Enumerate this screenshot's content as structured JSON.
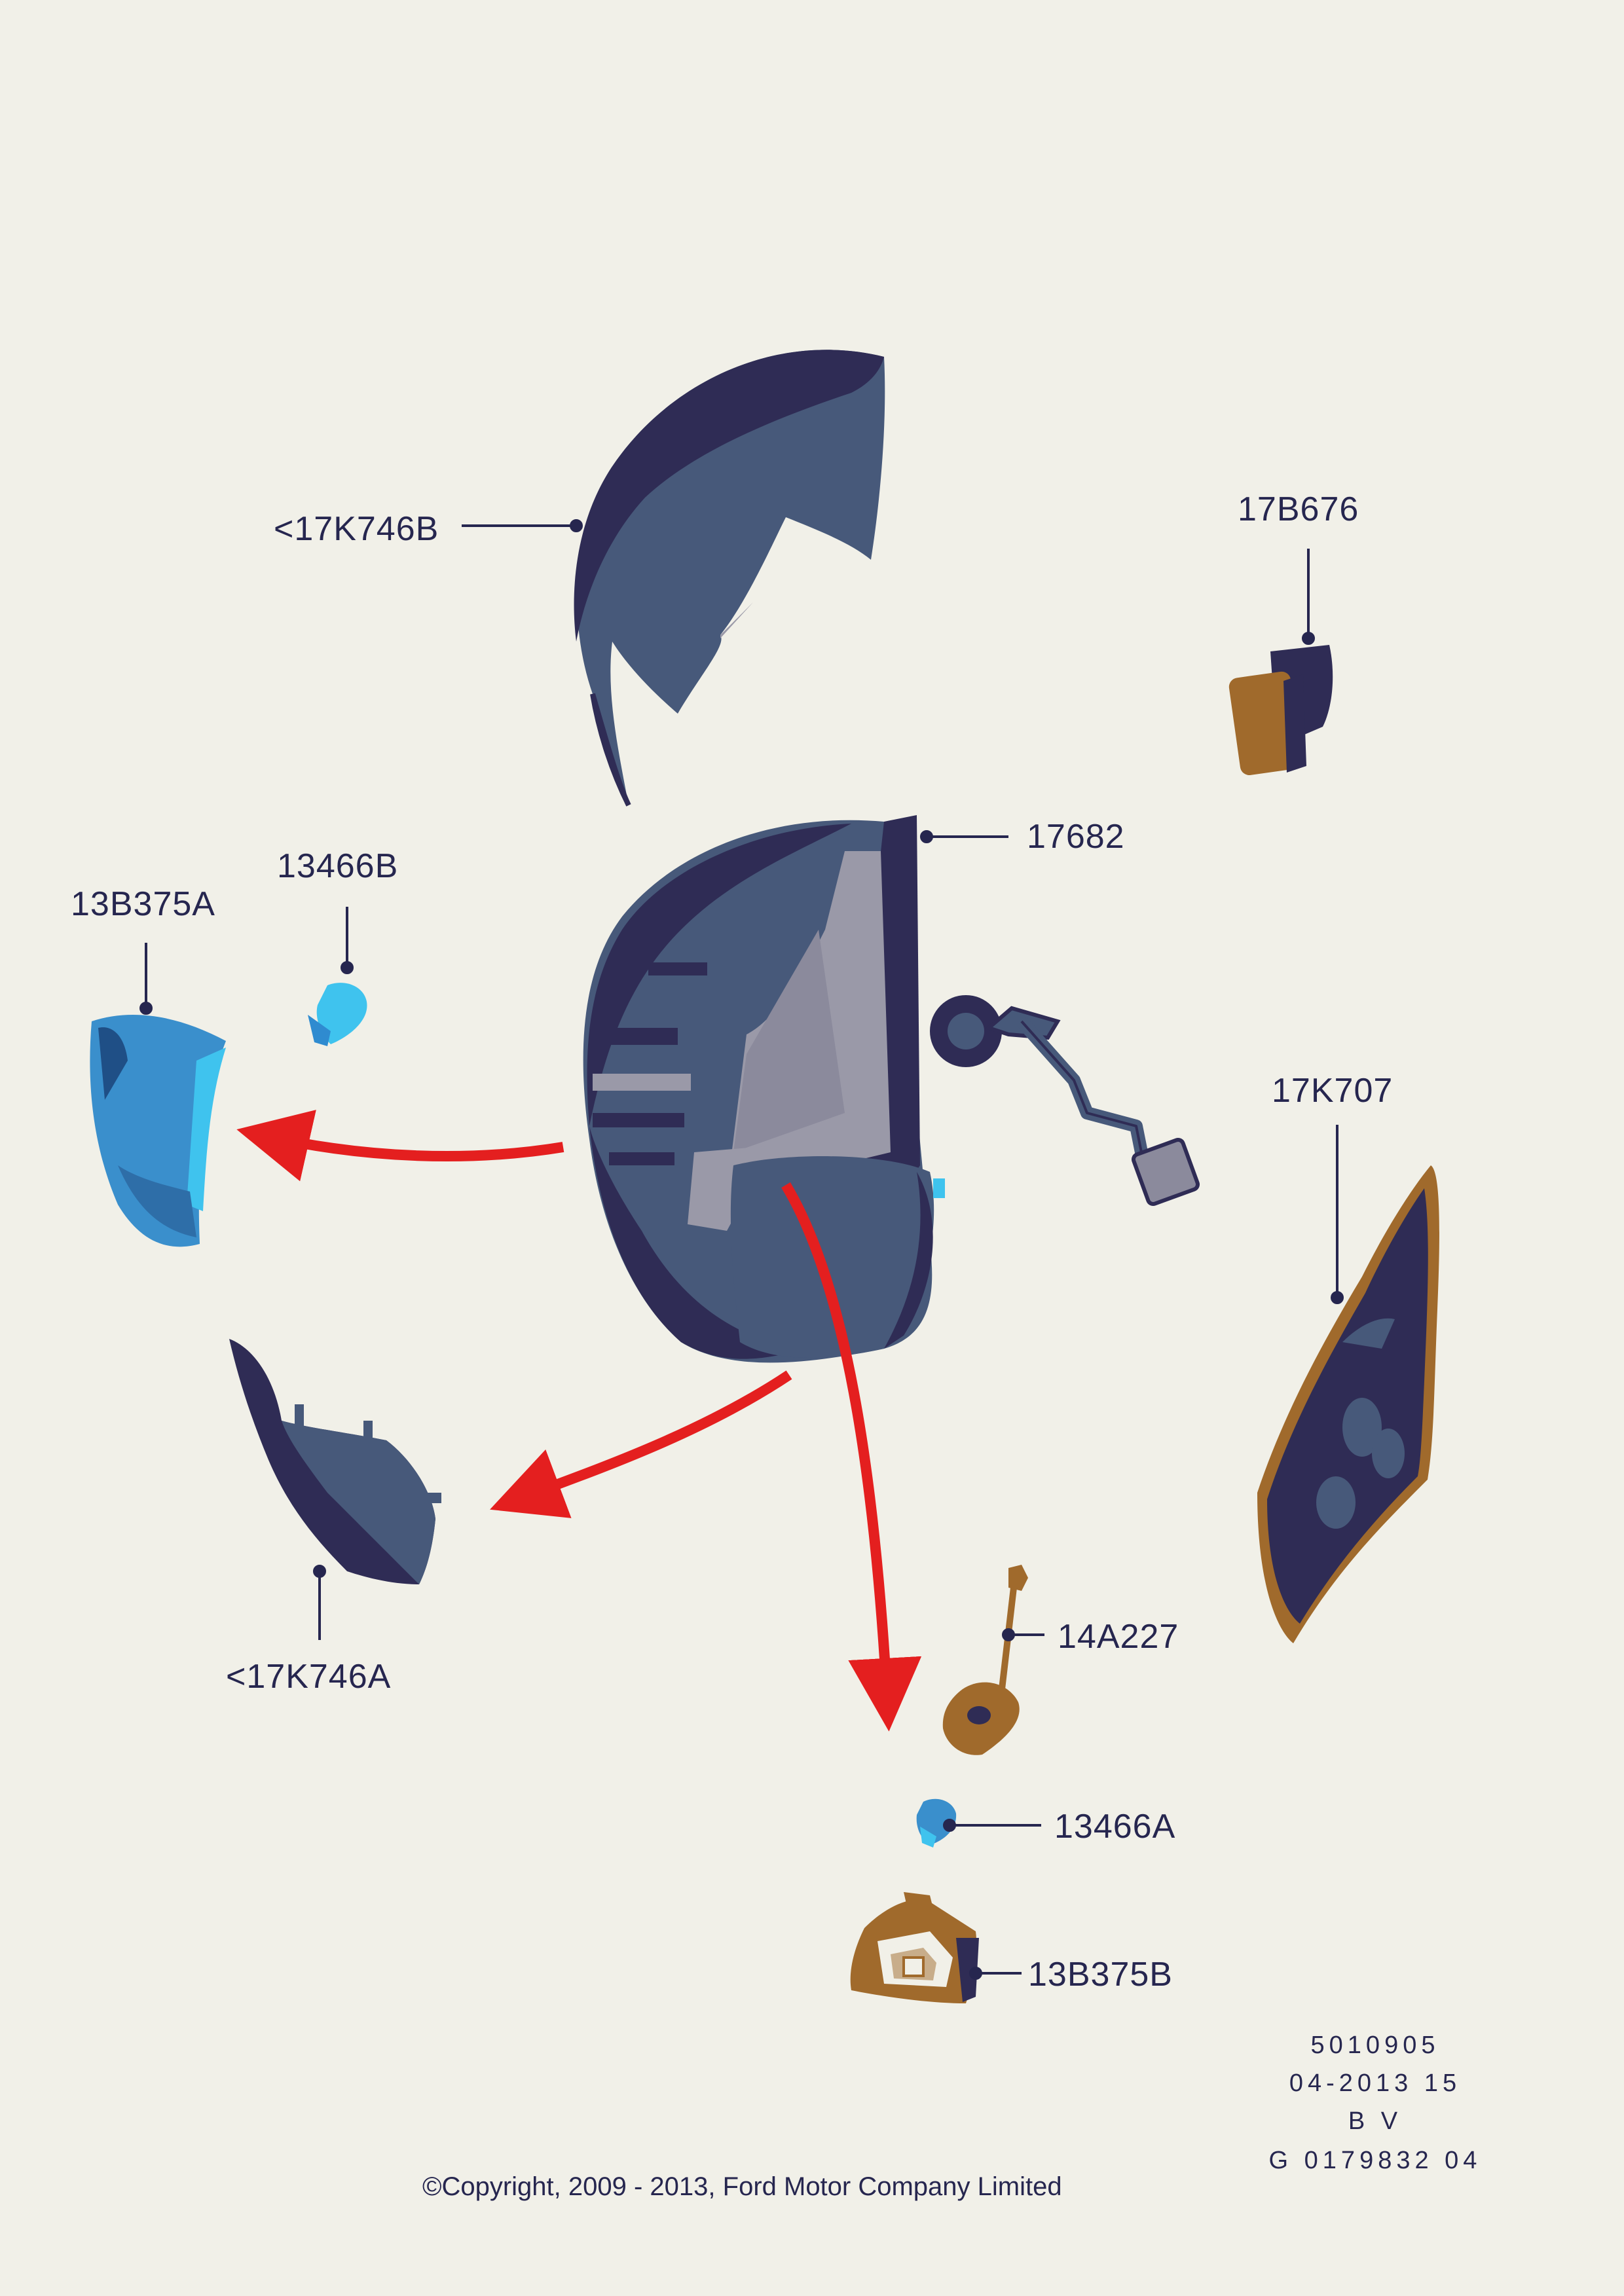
{
  "colors": {
    "background": "#f1f0e8",
    "housing_dark": "#2f2c55",
    "housing_mid": "#47597a",
    "housing_light": "#9a99a8",
    "lamp_blue": "#3a8fcc",
    "lamp_cyan": "#3fc3ee",
    "bronze": "#a06a2c",
    "arrow_red": "#e41f1f",
    "leader_line": "#26264f"
  },
  "callouts": {
    "cover_upper": "<17K746B",
    "side_lamp": "17B676",
    "mirror_assembly": "17682",
    "bulb_upper": "13466B",
    "lamp_lens_upper": "13B375A",
    "mirror_glass": "17K707",
    "cover_lower": "<17K746A",
    "wiring": "14A227",
    "bulb_lower": "13466A",
    "lamp_lower": "13B375B"
  },
  "meta": {
    "line1": "5010905",
    "line2": "04-2013 15",
    "line3": "B V",
    "line4": "G 0179832 04"
  },
  "copyright": "©Copyright, 2009 - 2013, Ford Motor Company Limited",
  "icons": [
    "upper-cover-shell-icon",
    "side-marker-lamp-icon",
    "mirror-housing-icon",
    "bulb-icon",
    "indicator-lens-icon",
    "mirror-glass-icon",
    "lower-cover-shell-icon",
    "wiring-connector-icon",
    "puddle-lamp-icon",
    "red-arrow-icon"
  ]
}
